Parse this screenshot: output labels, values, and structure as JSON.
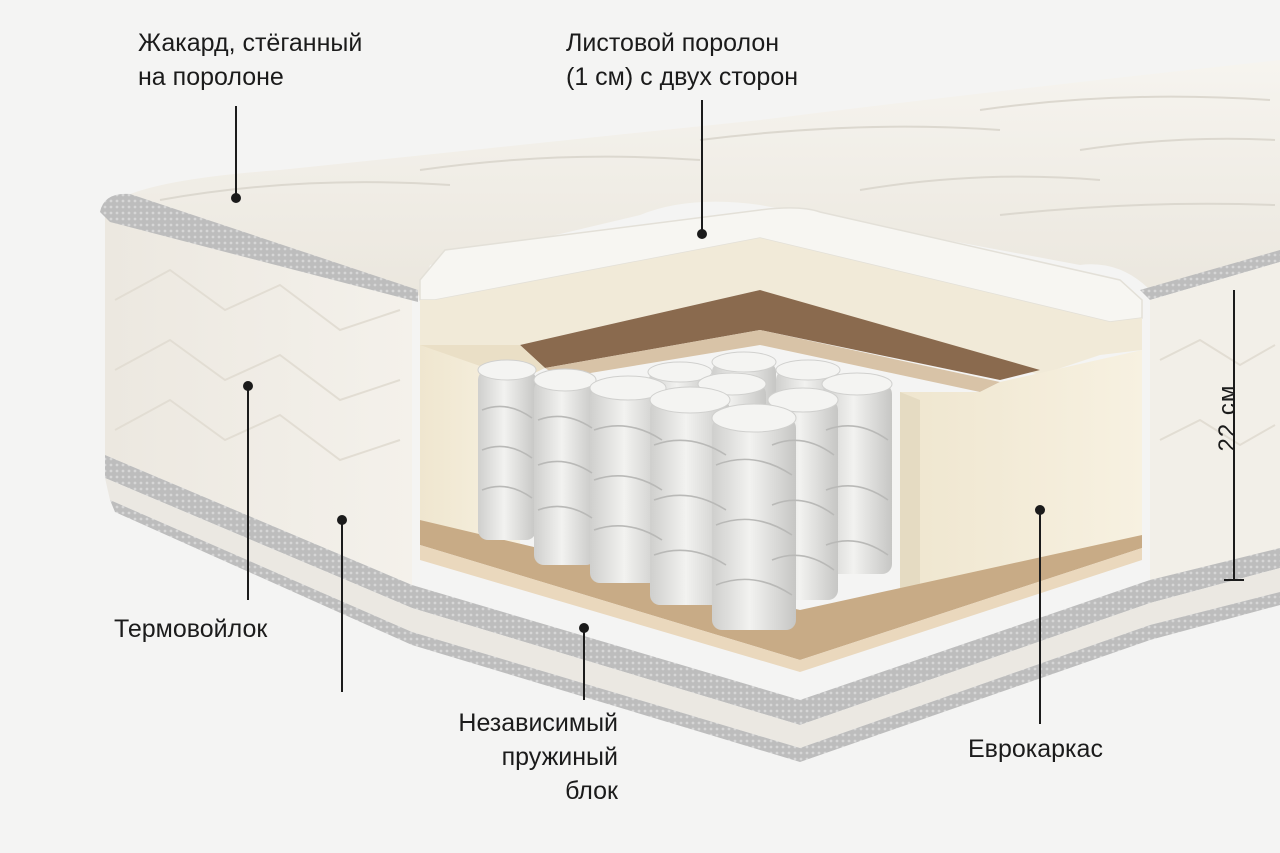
{
  "labels": {
    "jacquard": {
      "lines": [
        "Жакард, стёганный",
        "на поролоне"
      ]
    },
    "foam_sheet": {
      "lines": [
        "Листовой поролон",
        "(1 см) с двух сторон"
      ]
    },
    "thermofelt": {
      "lines": [
        "Термовойлок"
      ]
    },
    "springs": {
      "lines": [
        "Независимый",
        "пружиный",
        "блок"
      ]
    },
    "euroframe": {
      "lines": [
        "Еврокаркас"
      ]
    }
  },
  "height_dimension": "22 см",
  "colors": {
    "background": "#f4f4f3",
    "fabric": "#efebe4",
    "piping": "#b7b7b7",
    "foam": "#f1ead8",
    "coir": "#8a6a4e",
    "spring": "#e3e3e1",
    "leader": "#1b1b1b"
  }
}
